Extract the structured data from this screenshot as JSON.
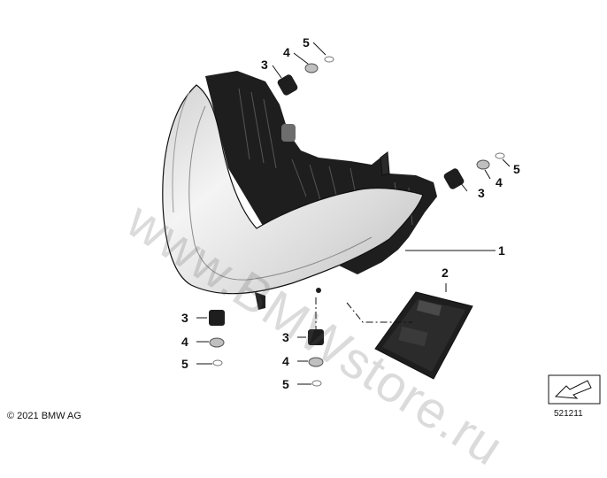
{
  "diagram": {
    "callouts": [
      {
        "id": "c1",
        "label": "1"
      },
      {
        "id": "c2",
        "label": "2"
      },
      {
        "id": "c3a",
        "label": "3"
      },
      {
        "id": "c4a",
        "label": "4"
      },
      {
        "id": "c5a",
        "label": "5"
      },
      {
        "id": "c3b",
        "label": "3"
      },
      {
        "id": "c4b",
        "label": "4"
      },
      {
        "id": "c5b",
        "label": "5"
      },
      {
        "id": "c3c",
        "label": "3"
      },
      {
        "id": "c4c",
        "label": "4"
      },
      {
        "id": "c5c",
        "label": "5"
      },
      {
        "id": "c3d",
        "label": "3"
      },
      {
        "id": "c4d",
        "label": "4"
      },
      {
        "id": "c5d",
        "label": "5"
      }
    ]
  },
  "footer": {
    "copyright": "© 2021 BMW AG",
    "diagram_number": "521211"
  },
  "watermark": "www.BMWstore.ru",
  "colors": {
    "line": "#111111",
    "housing_dark": "#1e1e1e",
    "lens_light": "#e6e6e6"
  }
}
